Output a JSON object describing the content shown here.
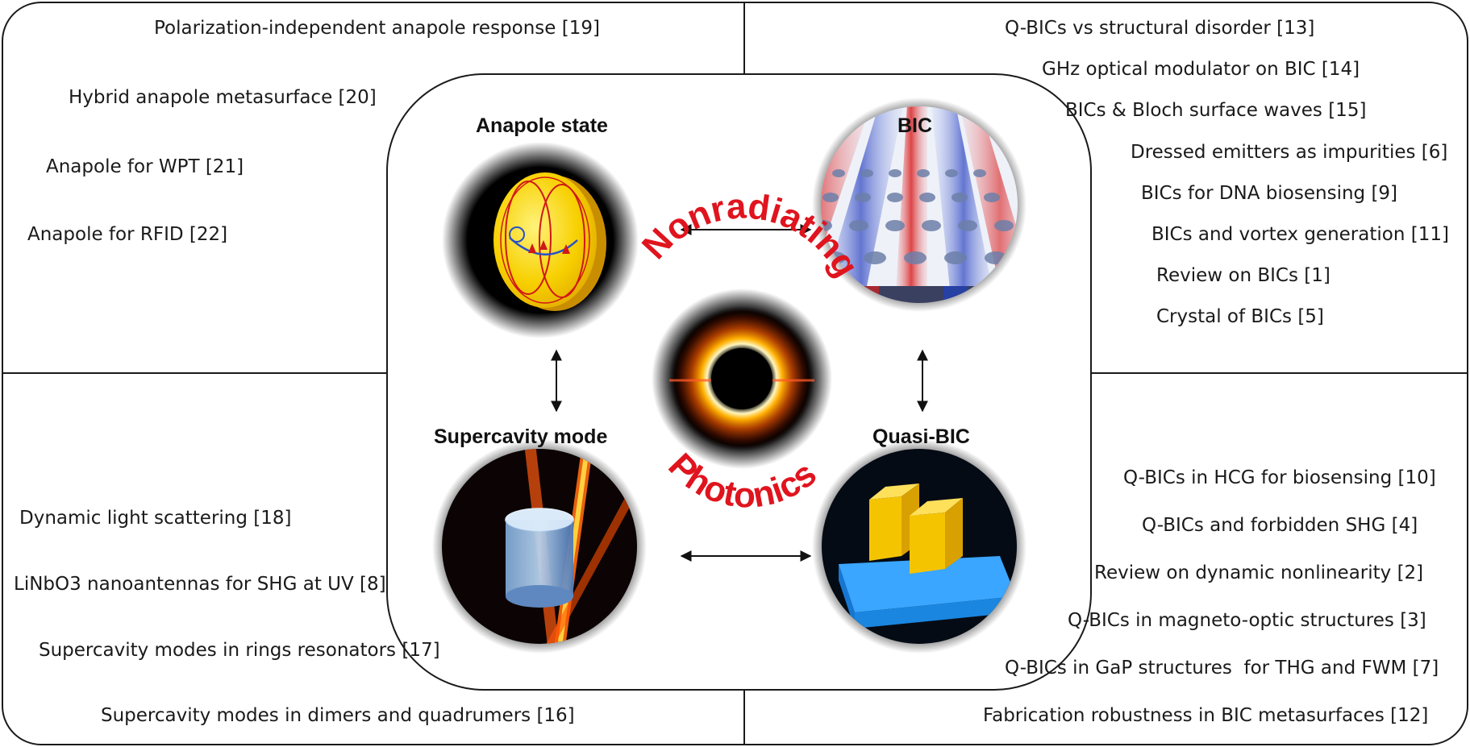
{
  "top_left": {
    "items": [
      "Polarization-independent anapole response [19]",
      "Hybrid anapole metasurface [20]",
      "Anapole for WPT [21]",
      "Anapole for RFID [22]"
    ]
  },
  "top_right": {
    "items": [
      "Q-BICs vs structural disorder [13]",
      "GHz optical modulator on BIC [14]",
      "BICs & Bloch surface waves [15]",
      "Dressed emitters as impurities [6]",
      "BICs for DNA biosensing [9]",
      "BICs and vortex generation [11]",
      "Review on BICs [1]",
      "Crystal of BICs [5]"
    ]
  },
  "bottom_left": {
    "items": [
      "Dynamic light scattering [18]",
      "LiNbO3 nanoantennas for SHG at UV [8]",
      "Supercavity modes in rings resonators [17]",
      "Supercavity modes in dimers and quadrumers [16]"
    ]
  },
  "bottom_right": {
    "items": [
      "Q-BICs in HCG for biosensing [10]",
      "Q-BICs and forbidden SHG [4]",
      "Review on dynamic nonlinearity [2]",
      "Q-BICs in magneto-optic structures [3]",
      "Q-BICs in GaP structures  for THG and FWM [7]",
      "Fabrication robustness in BIC metasurfaces [12]"
    ]
  },
  "center": {
    "title_top": "Nonradiating",
    "title_bottom": "Photonics",
    "anapole_label": "Anapole state",
    "bic_label": "BIC",
    "supercavity_label": "Supercavity mode",
    "quasibic_label": "Quasi-BIC"
  },
  "colors": {
    "accent_red": "#e0141e",
    "gold": "#f5c400",
    "blue": "#1e8fe0"
  }
}
